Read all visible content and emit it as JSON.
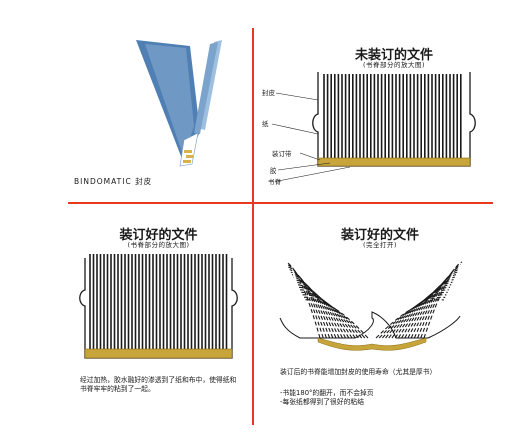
{
  "colors": {
    "divider": "#e8391e",
    "cover_dark": "#4f7fb3",
    "cover_light": "#9dbfe0",
    "glue": "#c7a53a",
    "glue_dark": "#8a6d16",
    "ink": "#1a1a1a"
  },
  "panel_tl": {
    "caption": "BINDOMATIC 封皮"
  },
  "panel_tr": {
    "title": "未装订的文件",
    "subtitle": "(书脊部分的放大图)",
    "labels": {
      "cover": "封皮",
      "paper": "纸",
      "binding_strip": "装订带",
      "glue": "胶",
      "spine": "书脊"
    }
  },
  "panel_bl": {
    "title": "装订好的文件",
    "subtitle": "(书脊部分的放大图)",
    "description": "经过加热，胶水融好的渗透到了纸和布中，使得纸和书脊牢牢的粘到了一起。"
  },
  "panel_br": {
    "title": "装订好的文件",
    "subtitle": "(完全打开)",
    "description_lines": [
      "装订后的书脊能增加封皮的使用寿命（尤其是厚书）",
      "-书能180°的翻开，而不会掉页",
      "-每张纸都得到了很好的粘结"
    ]
  }
}
